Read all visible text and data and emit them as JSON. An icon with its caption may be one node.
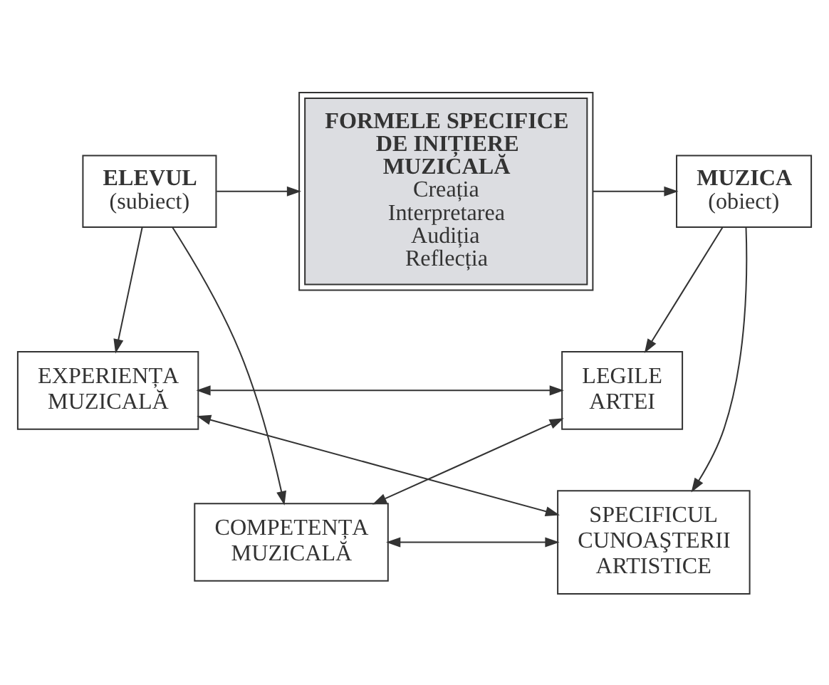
{
  "diagram": {
    "nodes": [
      {
        "text": [
          "ELEVUL",
          "(subiect)"
        ]
      },
      {
        "text": [
          "FORMELE SPECIFICE DE INIȚIERE MUZICALĂ",
          "Creația",
          "Interpretarea",
          "Audiția",
          "Reflecția"
        ]
      },
      {
        "text": [
          "MUZICA",
          "(obiect)"
        ]
      },
      {
        "text": [
          "EXPERIENȚA MUZICALĂ"
        ]
      },
      {
        "text": [
          "LEGILE ARTEI"
        ]
      },
      {
        "text": [
          "COMPETENȚA MUZICALĂ"
        ]
      },
      {
        "text": [
          "SPECIFICUL CUNOAŞTERII ARTISTICE"
        ]
      }
    ],
    "edges": [
      {
        "from": 0,
        "to": 1,
        "arrow": "to"
      },
      {
        "from": 1,
        "to": 2,
        "arrow": "to"
      },
      {
        "from": 0,
        "to": 3,
        "arrow": "to"
      },
      {
        "from": 0,
        "to": 5,
        "arrow": "to"
      },
      {
        "from": 2,
        "to": 4,
        "arrow": "to"
      },
      {
        "from": 2,
        "to": 6,
        "arrow": "to"
      },
      {
        "from": 3,
        "to": 4,
        "arrow": "both"
      },
      {
        "from": 3,
        "to": 6,
        "arrow": "both"
      },
      {
        "from": 5,
        "to": 4,
        "arrow": "both"
      },
      {
        "from": 5,
        "to": 6,
        "arrow": "both"
      }
    ]
  }
}
